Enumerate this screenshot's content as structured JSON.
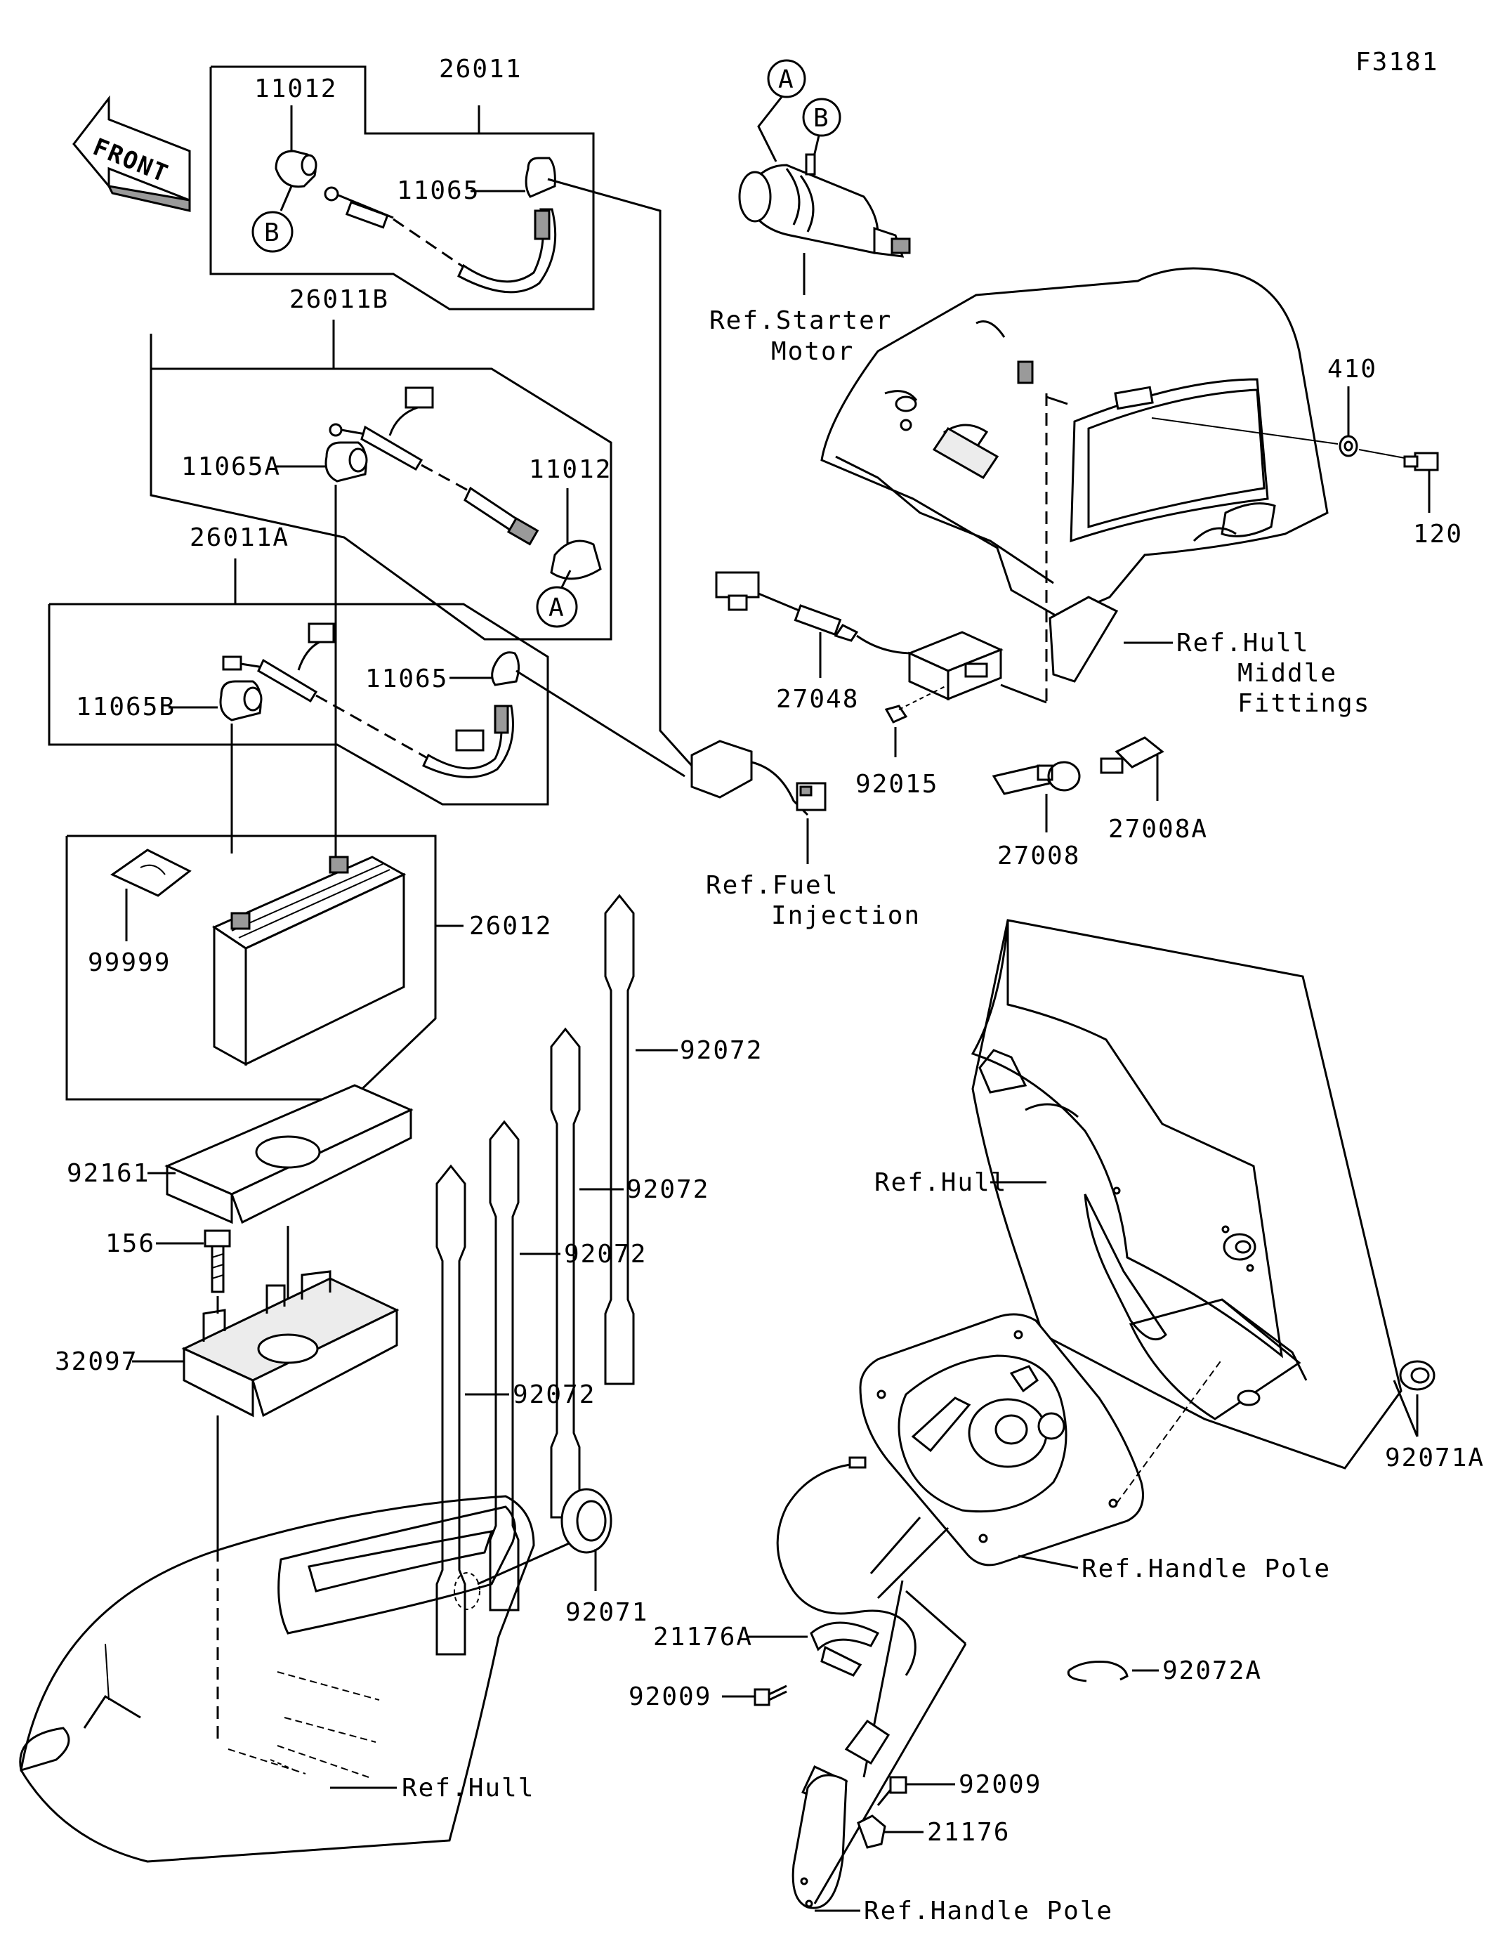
{
  "figure_code": "F3181",
  "front_arrow": "FRONT",
  "callout_a": "A",
  "callout_b": "B",
  "labels": {
    "p26011": "26011",
    "p11012_top": "11012",
    "p11065_top": "11065",
    "p26011B": "26011B",
    "p11065A": "11065A",
    "p11012_mid": "11012",
    "p26011A": "26011A",
    "p11065_mid": "11065",
    "p11065B": "11065B",
    "p26012": "26012",
    "p99999": "99999",
    "p92072_a": "92072",
    "p92072_b": "92072",
    "p92072_c": "92072",
    "p92072_d": "92072",
    "p92161": "92161",
    "p156": "156",
    "p32097": "32097",
    "p92071": "92071",
    "p27048": "27048",
    "p92015": "92015",
    "p27008": "27008",
    "p27008A": "27008A",
    "p410": "410",
    "p120": "120",
    "p92071A": "92071A",
    "p21176A": "21176A",
    "p92009_a": "92009",
    "p92009_b": "92009",
    "p21176": "21176",
    "p92072A": "92072A"
  },
  "refs": {
    "starter_1": "Ref.Starter",
    "starter_2": "Motor",
    "hull_middle_1": "Ref.Hull",
    "hull_middle_2": "Middle",
    "hull_middle_3": "Fittings",
    "fuel_1": "Ref.Fuel",
    "fuel_2": "Injection",
    "hull_right": "Ref.Hull",
    "handle_pole_1": "Ref.Handle Pole",
    "hull_bottom": "Ref.Hull",
    "handle_pole_2": "Ref.Handle Pole"
  }
}
